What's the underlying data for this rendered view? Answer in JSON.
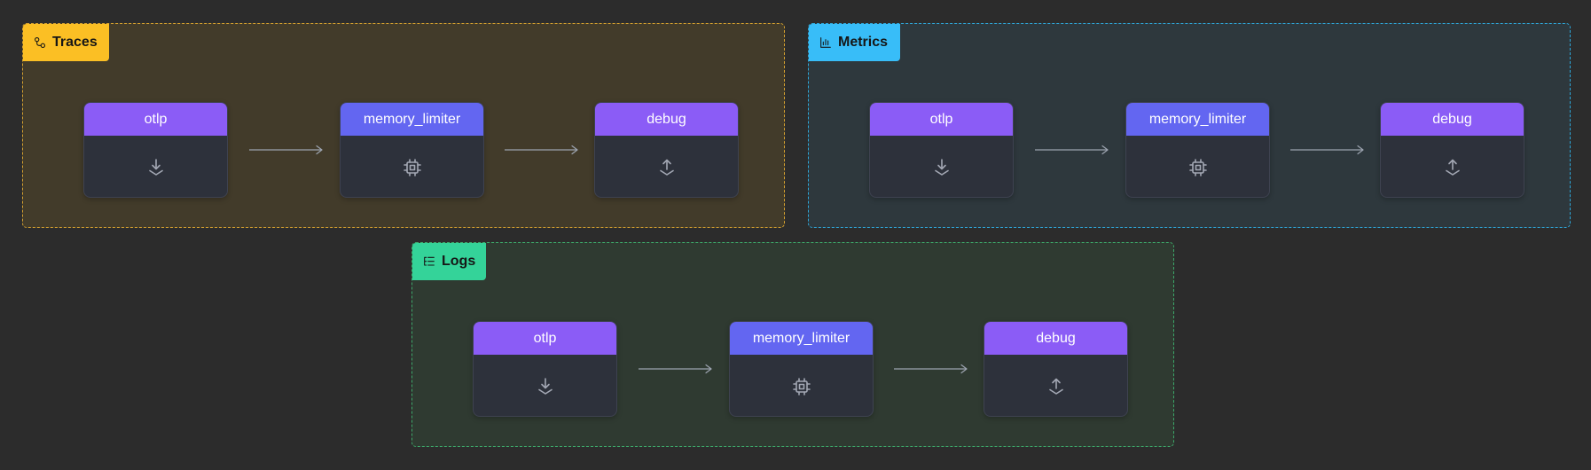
{
  "colors": {
    "background": "#2c2c2c",
    "node_body": "#2d313b",
    "receiver_header": "#8b5cf6",
    "processor_header": "#6366f1",
    "exporter_header": "#8b5cf6",
    "edge": "#9ca3af",
    "icon": "#a3a8b4"
  },
  "pipelines": [
    {
      "key": "traces",
      "label": "Traces",
      "icon": "traces-icon",
      "accent": "#fbbf24",
      "border": "#d4a02f",
      "fill": "rgba(120,96,40,0.30)",
      "nodes": [
        {
          "label": "otlp",
          "kind": "receiver",
          "icon": "download-tray-icon"
        },
        {
          "label": "memory_limiter",
          "kind": "processor",
          "icon": "cpu-chip-icon"
        },
        {
          "label": "debug",
          "kind": "exporter",
          "icon": "upload-tray-icon"
        }
      ]
    },
    {
      "key": "metrics",
      "label": "Metrics",
      "icon": "bar-chart-icon",
      "accent": "#38bdf8",
      "border": "#2ea6d8",
      "fill": "rgba(50,90,110,0.25)",
      "nodes": [
        {
          "label": "otlp",
          "kind": "receiver",
          "icon": "download-tray-icon"
        },
        {
          "label": "memory_limiter",
          "kind": "processor",
          "icon": "cpu-chip-icon"
        },
        {
          "label": "debug",
          "kind": "exporter",
          "icon": "upload-tray-icon"
        }
      ]
    },
    {
      "key": "logs",
      "label": "Logs",
      "icon": "list-icon",
      "accent": "#34d399",
      "border": "#3da86a",
      "fill": "rgba(60,110,70,0.22)",
      "nodes": [
        {
          "label": "otlp",
          "kind": "receiver",
          "icon": "download-tray-icon"
        },
        {
          "label": "memory_limiter",
          "kind": "processor",
          "icon": "cpu-chip-icon"
        },
        {
          "label": "debug",
          "kind": "exporter",
          "icon": "upload-tray-icon"
        }
      ]
    }
  ]
}
